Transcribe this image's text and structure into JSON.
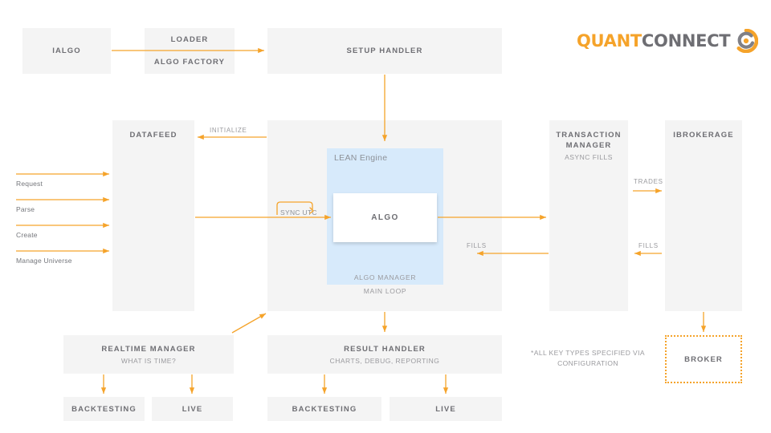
{
  "brand": {
    "name_part1": "QUANT",
    "name_part2": "CONNECT",
    "accent_color": "#f5a32a",
    "gray_color": "#6e6e73",
    "logo_icon": "quantconnect-swirl-icon"
  },
  "boxes": {
    "ialgo": {
      "title": "IALGO"
    },
    "loader": {
      "title": "LOADER",
      "title2": "ALGO FACTORY"
    },
    "setup_handler": {
      "title": "SETUP HANDLER"
    },
    "datafeed": {
      "title": "DATAFEED"
    },
    "engine": {
      "lean_label": "LEAN Engine",
      "algo_label": "ALGO",
      "algo_manager": "ALGO MANAGER",
      "main_loop": "MAIN LOOP"
    },
    "transaction_manager": {
      "title": "TRANSACTION MANAGER",
      "sub": "ASYNC FILLS"
    },
    "ibrokerage": {
      "title": "IBROKERAGE"
    },
    "realtime_manager": {
      "title": "REALTIME MANAGER",
      "sub": "WHAT IS TIME?"
    },
    "result_handler": {
      "title": "RESULT HANDLER",
      "sub": "CHARTS, DEBUG, REPORTING"
    },
    "rt_backtesting": {
      "title": "BACKTESTING"
    },
    "rt_live": {
      "title": "LIVE"
    },
    "rh_backtesting": {
      "title": "BACKTESTING"
    },
    "rh_live": {
      "title": "LIVE"
    },
    "broker": {
      "title": "BROKER"
    }
  },
  "arrow_labels": {
    "initialize": "INITIALIZE",
    "sync_utc": "SYNC UTC",
    "trades": "TRADES",
    "fills_left": "FILLS",
    "fills_right": "FILLS"
  },
  "side_flows": [
    {
      "label": "Request"
    },
    {
      "label": "Parse"
    },
    {
      "label": "Create"
    },
    {
      "label": "Manage Universe"
    }
  ],
  "footnote": {
    "text": "*ALL KEY TYPES SPECIFIED VIA CONFIGURATION"
  }
}
